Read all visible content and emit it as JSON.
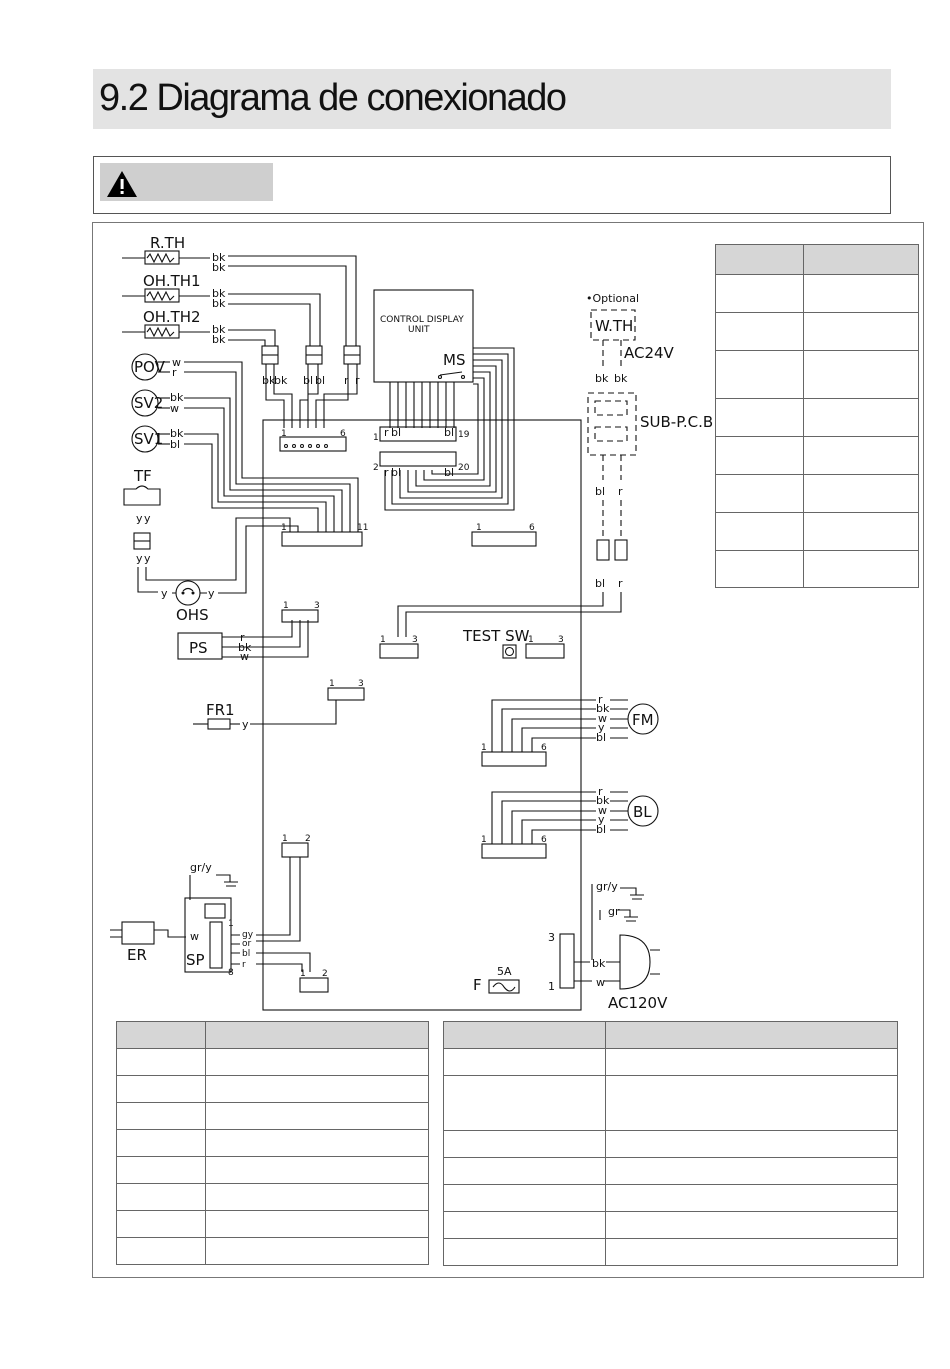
{
  "page": {
    "title": "9.2 Diagrama de conexionado",
    "warning_icon": "warning-triangle-icon"
  },
  "diagram": {
    "rth": "R.TH",
    "ohth1": "OH.TH1",
    "ohth2": "OH.TH2",
    "pov": "POV",
    "sv2": "SV2",
    "sv1": "SV1",
    "tf": "TF",
    "ohs": "OHS",
    "ps": "PS",
    "fr1": "FR1",
    "er": "ER",
    "sp": "SP",
    "gry": "gr/y",
    "gr": "gr",
    "control_display": "CONTROL DISPLAY",
    "unit": "UNIT",
    "ms": "MS",
    "optional": "•Optional",
    "wth": "W.TH",
    "ac24v": "AC24V",
    "subpcb": "SUB-P.C.B",
    "test_sw": "TEST SW",
    "fm": "FM",
    "bl_motor": "BL",
    "fuse_f": "F",
    "fuse_rating": "5A",
    "ac120v": "AC120V",
    "w": {
      "bk": "bk",
      "bl": "bl",
      "r": "r",
      "w": "w",
      "y": "y",
      "gy": "gy",
      "or": "or"
    },
    "n": {
      "1": "1",
      "2": "2",
      "3": "3",
      "6": "6",
      "8": "8",
      "11": "11",
      "19": "19",
      "20": "20"
    }
  }
}
